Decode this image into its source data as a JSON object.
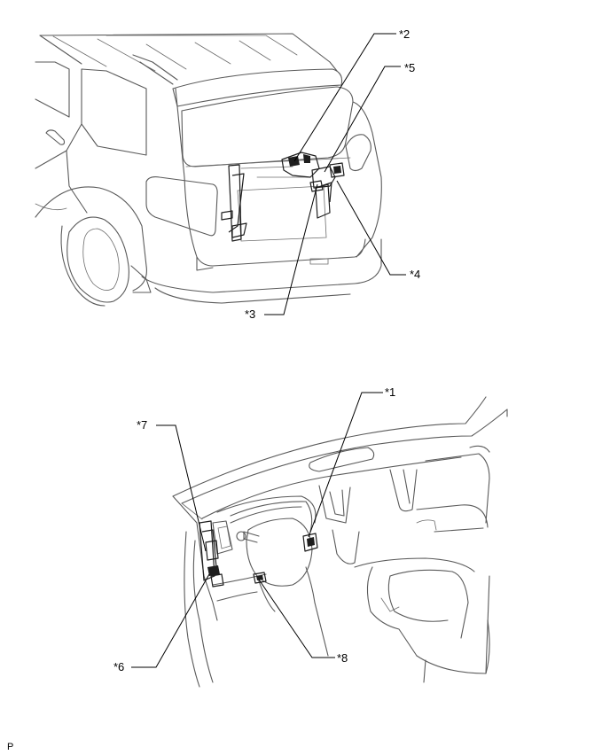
{
  "callouts": {
    "c1": "*1",
    "c2": "*2",
    "c3": "*3",
    "c4": "*4",
    "c5": "*5",
    "c6": "*6",
    "c7": "*7",
    "c8": "*8"
  },
  "figure_code": "P"
}
